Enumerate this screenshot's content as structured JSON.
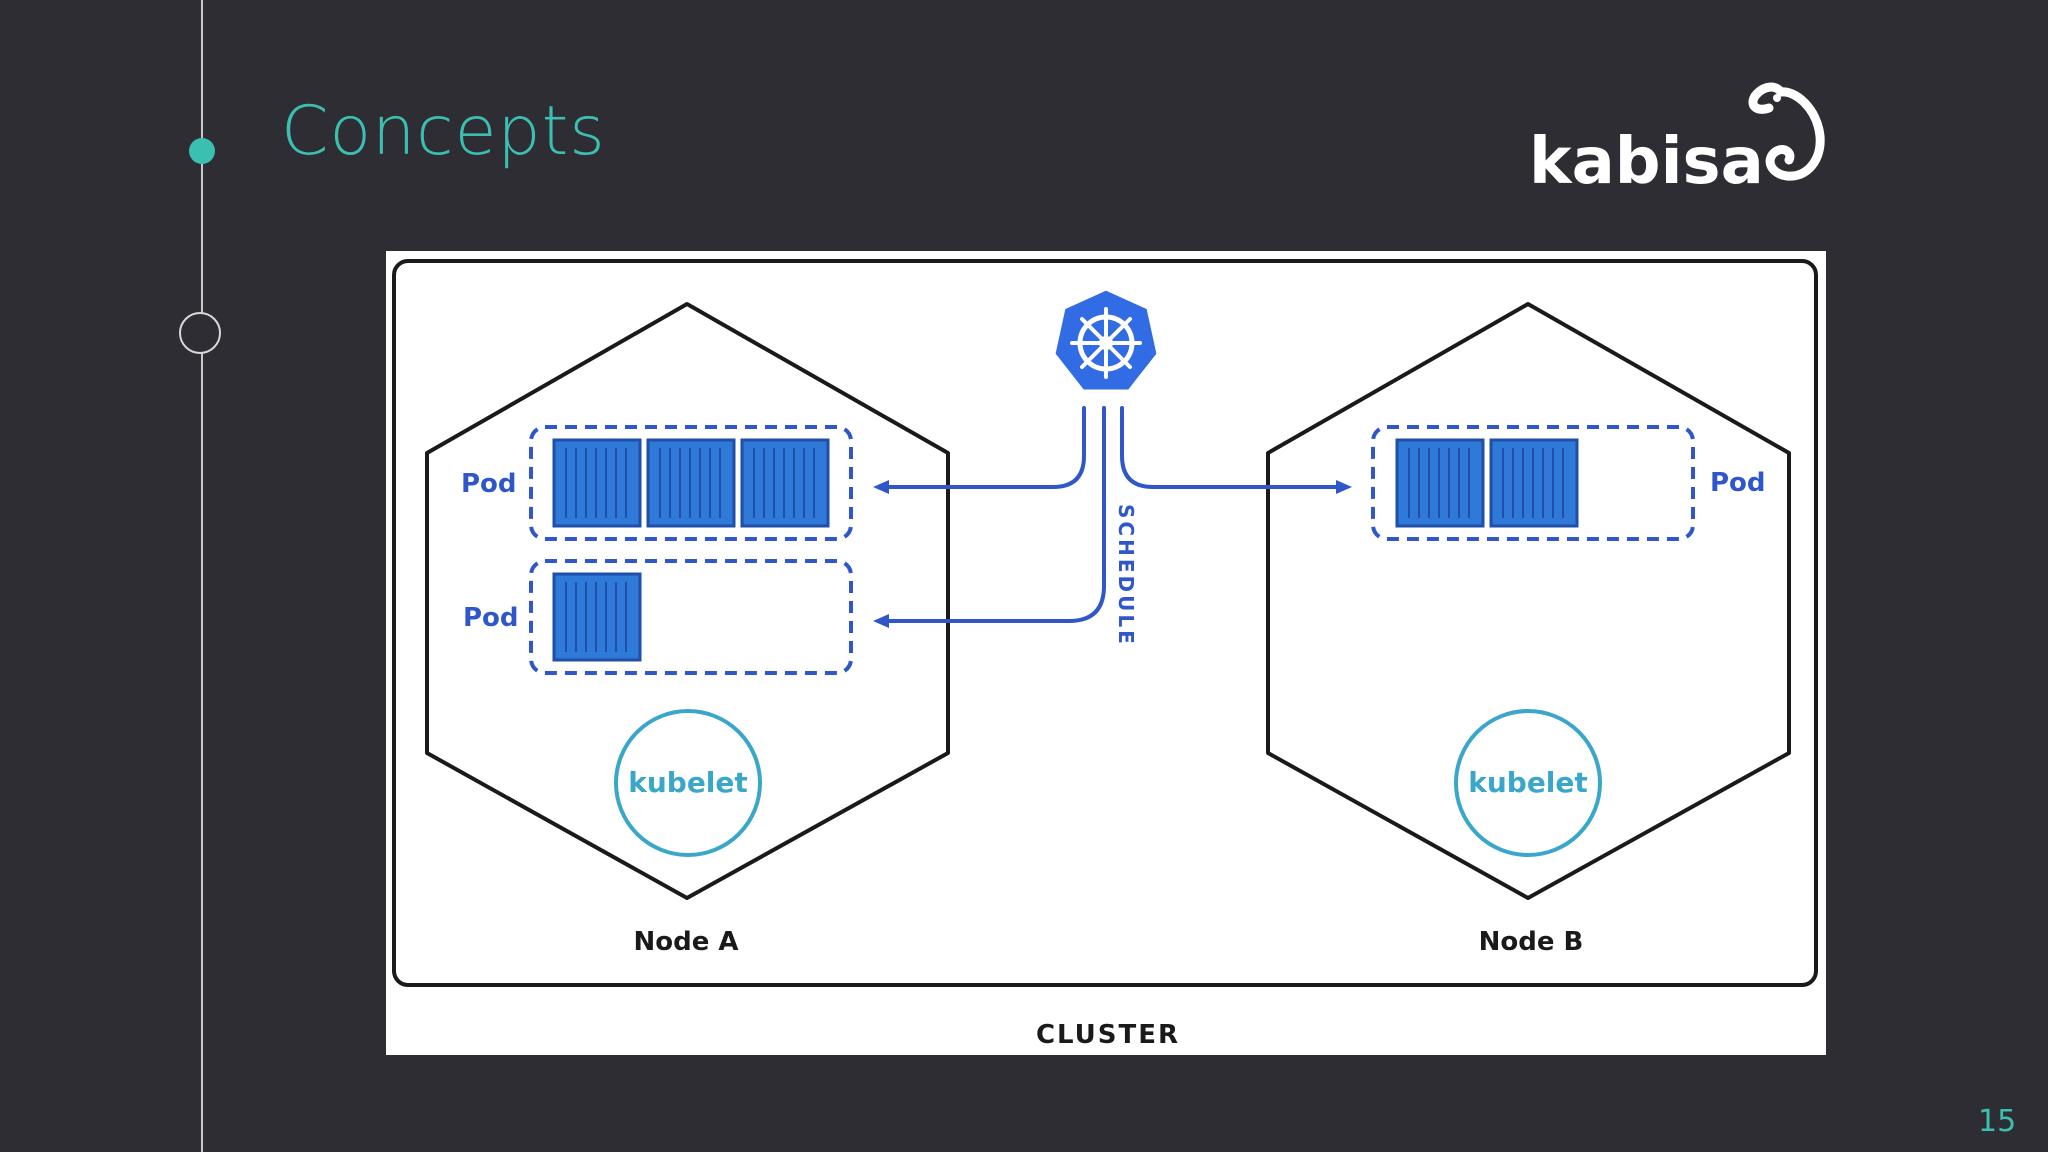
{
  "slide": {
    "title": "Concepts",
    "page_number": "15",
    "logo_text": "kabisa"
  },
  "colors": {
    "background": "#2e2d33",
    "accent": "#3bbfb0",
    "pod_blue": "#2f57c9",
    "container_blue": "#2f79d8",
    "kubelet_cyan": "#3aa6c9",
    "k8s_logo_blue": "#326ce5"
  },
  "diagram": {
    "cluster_label": "CLUSTER",
    "schedule_label": "SCHEDULE",
    "control_plane_icon": "kubernetes-helm-icon",
    "nodes": [
      {
        "label": "Node A",
        "kubelet_label": "kubelet",
        "pods": [
          {
            "label": "Pod",
            "containers": 3
          },
          {
            "label": "Pod",
            "containers": 1
          }
        ]
      },
      {
        "label": "Node B",
        "kubelet_label": "kubelet",
        "pods": [
          {
            "label": "Pod",
            "containers": 2
          }
        ]
      }
    ]
  }
}
